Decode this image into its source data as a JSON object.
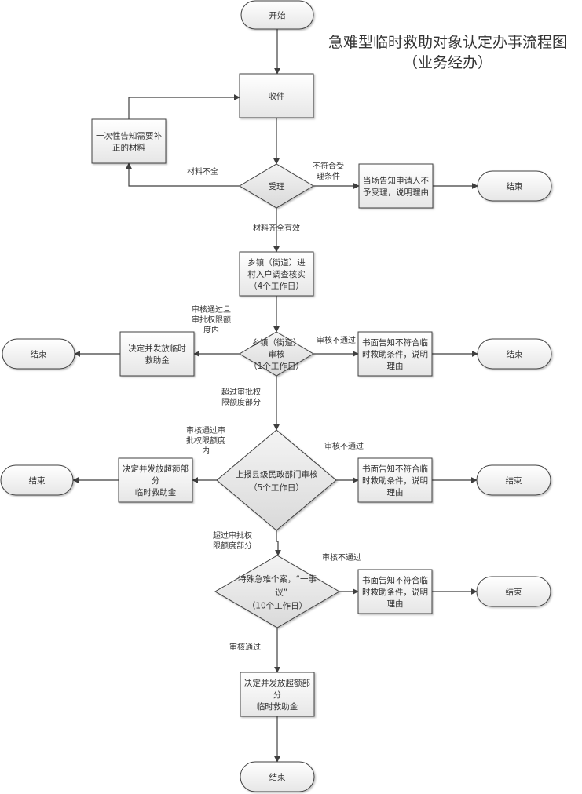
{
  "title": {
    "line1": "急难型临时救助对象认定办事流程图",
    "line2": "（业务经办）"
  },
  "nodes": {
    "start": {
      "type": "terminal",
      "lines": [
        "开始"
      ]
    },
    "receive": {
      "type": "process",
      "lines": [
        "收件"
      ]
    },
    "notify_supplement": {
      "type": "process",
      "lines": [
        "一次性告知需要补",
        "正的材料"
      ]
    },
    "accept": {
      "type": "decision",
      "lines": [
        "受理"
      ]
    },
    "reject_onsite": {
      "type": "process",
      "lines": [
        "当场告知申请人不",
        "予受理，说明理由"
      ]
    },
    "end_1": {
      "type": "terminal",
      "lines": [
        "结束"
      ]
    },
    "village_survey": {
      "type": "process",
      "lines": [
        "乡镇（街道）进",
        "村入户调查核实",
        "（4个工作日）"
      ]
    },
    "town_review": {
      "type": "decision",
      "lines": [
        "乡镇（街道）",
        "审核",
        "（1个工作日）"
      ]
    },
    "town_grant": {
      "type": "process",
      "lines": [
        "决定并发放临时",
        "救助金"
      ]
    },
    "end_2": {
      "type": "terminal",
      "lines": [
        "结束"
      ]
    },
    "town_reject": {
      "type": "process",
      "lines": [
        "书面告知不符合临",
        "时救助条件，说明",
        "理由"
      ]
    },
    "end_3": {
      "type": "terminal",
      "lines": [
        "结束"
      ]
    },
    "county_review": {
      "type": "decision",
      "lines": [
        "上报县级民政部门审核",
        "（5个工作日）"
      ]
    },
    "county_grant": {
      "type": "process",
      "lines": [
        "决定并发放超额部",
        "分",
        "临时救助金"
      ]
    },
    "end_4": {
      "type": "terminal",
      "lines": [
        "结束"
      ]
    },
    "county_reject": {
      "type": "process",
      "lines": [
        "书面告知不符合临",
        "时救助条件，说明",
        "理由"
      ]
    },
    "end_5": {
      "type": "terminal",
      "lines": [
        "结束"
      ]
    },
    "special_case": {
      "type": "decision",
      "lines": [
        "特殊急难个案，“一事",
        "一议”",
        "（10个工作日）"
      ]
    },
    "special_reject": {
      "type": "process",
      "lines": [
        "书面告知不符合临",
        "时救助条件，说明",
        "理由"
      ]
    },
    "end_6": {
      "type": "terminal",
      "lines": [
        "结束"
      ]
    },
    "special_grant": {
      "type": "process",
      "lines": [
        "决定并发放超额部",
        "分",
        "临时救助金"
      ]
    },
    "end_7": {
      "type": "terminal",
      "lines": [
        "结束"
      ]
    }
  },
  "edges": [
    {
      "from": "start",
      "to": "receive",
      "label": []
    },
    {
      "from": "receive",
      "to": "accept",
      "label": []
    },
    {
      "from": "accept",
      "to": "notify_supplement",
      "label": [
        "材料不全"
      ]
    },
    {
      "from": "notify_supplement",
      "to": "receive",
      "label": []
    },
    {
      "from": "accept",
      "to": "reject_onsite",
      "label": [
        "不符合受",
        "理条件"
      ]
    },
    {
      "from": "reject_onsite",
      "to": "end_1",
      "label": []
    },
    {
      "from": "accept",
      "to": "village_survey",
      "label": [
        "材料齐全有效"
      ]
    },
    {
      "from": "village_survey",
      "to": "town_review",
      "label": []
    },
    {
      "from": "town_review",
      "to": "town_grant",
      "label": [
        "审核通过且",
        "审批权限额",
        "度内"
      ]
    },
    {
      "from": "town_grant",
      "to": "end_2",
      "label": []
    },
    {
      "from": "town_review",
      "to": "town_reject",
      "label": [
        "审核不通过"
      ]
    },
    {
      "from": "town_reject",
      "to": "end_3",
      "label": []
    },
    {
      "from": "town_review",
      "to": "county_review",
      "label": [
        "超过审批权",
        "限额度部分"
      ]
    },
    {
      "from": "county_review",
      "to": "county_grant",
      "label": [
        "审核通过审",
        "批权限额度",
        "内"
      ]
    },
    {
      "from": "county_grant",
      "to": "end_4",
      "label": []
    },
    {
      "from": "county_review",
      "to": "county_reject",
      "label": [
        "审核不通过"
      ]
    },
    {
      "from": "county_reject",
      "to": "end_5",
      "label": []
    },
    {
      "from": "county_review",
      "to": "special_case",
      "label": [
        "超过审批权",
        "限额度部分"
      ]
    },
    {
      "from": "special_case",
      "to": "special_reject",
      "label": [
        "审核不通过"
      ]
    },
    {
      "from": "special_reject",
      "to": "end_6",
      "label": []
    },
    {
      "from": "special_case",
      "to": "special_grant",
      "label": [
        "审核通过"
      ]
    },
    {
      "from": "special_grant",
      "to": "end_7",
      "label": []
    }
  ]
}
